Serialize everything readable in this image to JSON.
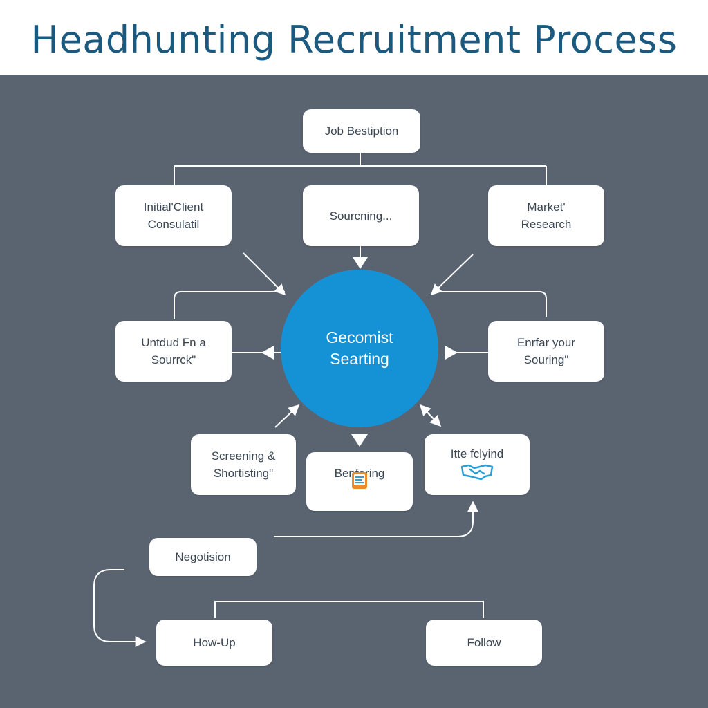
{
  "title": "Headhunting Recruitment Process",
  "center": {
    "line1": "Gecomist",
    "line2": "Searting"
  },
  "nodes": {
    "job_description": {
      "line1": "Job Bestiption"
    },
    "initial_client": {
      "line1": "Initial'Client",
      "line2": "Consulatil"
    },
    "sourcing": {
      "line1": "Sourcning..."
    },
    "market_research": {
      "line1": "Market'",
      "line2": "Research"
    },
    "untdud": {
      "line1": "Untdud Fn a",
      "line2": "Sourrck\""
    },
    "enrfar": {
      "line1": "Enrfar your",
      "line2": "Souring\""
    },
    "screening": {
      "line1": "Screening &",
      "line2": "Shortisting\""
    },
    "benforing": {
      "line1": "Benforing"
    },
    "itte_fclyind": {
      "line1": "Itte fclyind"
    },
    "negotiation": {
      "line1": "Negotision"
    },
    "how_up": {
      "line1": "How-Up"
    },
    "follow": {
      "line1": "Follow"
    }
  },
  "icons": {
    "benforing": "document-icon",
    "itte_fclyind": "handshake-icon"
  },
  "colors": {
    "background": "#5a6370",
    "header": "#ffffff",
    "title": "#1b5a7e",
    "center": "#1592d6",
    "connector": "#ffffff",
    "icon_orange": "#f08a24",
    "icon_blue": "#2a9fd8"
  }
}
